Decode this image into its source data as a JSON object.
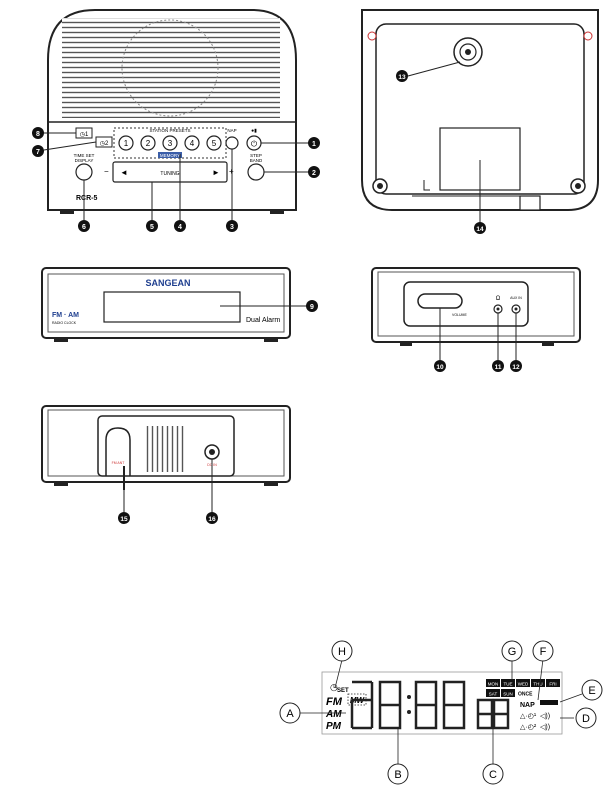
{
  "front_view": {
    "station_presets_label": "STATION PRESETS",
    "presets": [
      "1",
      "2",
      "3",
      "4",
      "5"
    ],
    "memory_label": "MEMORY",
    "nap_label": "NAP",
    "time_set_label": "TIME SET",
    "display_label": "DISPLAY",
    "step_label": "STEP",
    "band_label": "BAND",
    "tuning_label": "TUNING",
    "minus": "−",
    "plus": "+",
    "model_name": "RCR-5",
    "callouts": [
      "1",
      "2",
      "3",
      "4",
      "5",
      "6",
      "7",
      "8"
    ]
  },
  "rear_view": {
    "callouts": [
      "13",
      "14"
    ]
  },
  "top_view": {
    "brand": "SANGEAN",
    "fm_am": "FM · AM",
    "radio_text": "RADIO CLOCK",
    "dual_alarm": "Dual Alarm",
    "callouts": [
      "9"
    ]
  },
  "side_view": {
    "volume_label": "VOLUME",
    "aux_label": "AUX IN",
    "callouts": [
      "10",
      "11",
      "12"
    ]
  },
  "bottom_view": {
    "fm_ant_label": "FM ANT",
    "dc_label": "DC IN",
    "callouts": [
      "15",
      "16"
    ]
  },
  "lcd": {
    "set": "SET",
    "fm": "FM",
    "am": "AM",
    "pm": "PM",
    "mw": "MW",
    "days_row1": [
      "MON",
      "TUE",
      "WED",
      "THU",
      "FRI"
    ],
    "days_row2": [
      "SAT",
      "SUN",
      "ONCE"
    ],
    "nap": "NAP",
    "callouts": [
      "A",
      "B",
      "C",
      "D",
      "E",
      "F",
      "G",
      "H"
    ]
  }
}
